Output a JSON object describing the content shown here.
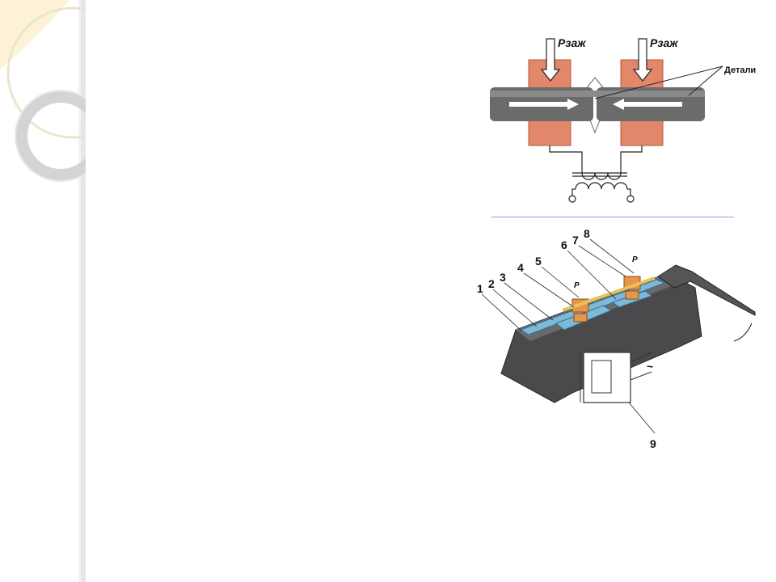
{
  "scheme": {
    "force_left": "Рзаж",
    "force_right": "Рзаж",
    "parts_label": "Детали"
  },
  "machine": {
    "callouts": [
      "1",
      "2",
      "3",
      "4",
      "5",
      "6",
      "7",
      "8",
      "9"
    ],
    "force_marks": [
      "P",
      "P"
    ],
    "ac_symbol": "~"
  },
  "colors": {
    "electrode": "#e2876a",
    "rod": "#6b6b6b",
    "body": "#4a4a4c",
    "slider": "#7fb9d6",
    "copper": "#e6954a",
    "decor_line": "#d9d9d9",
    "decor_fill": "#fdf2d6"
  }
}
